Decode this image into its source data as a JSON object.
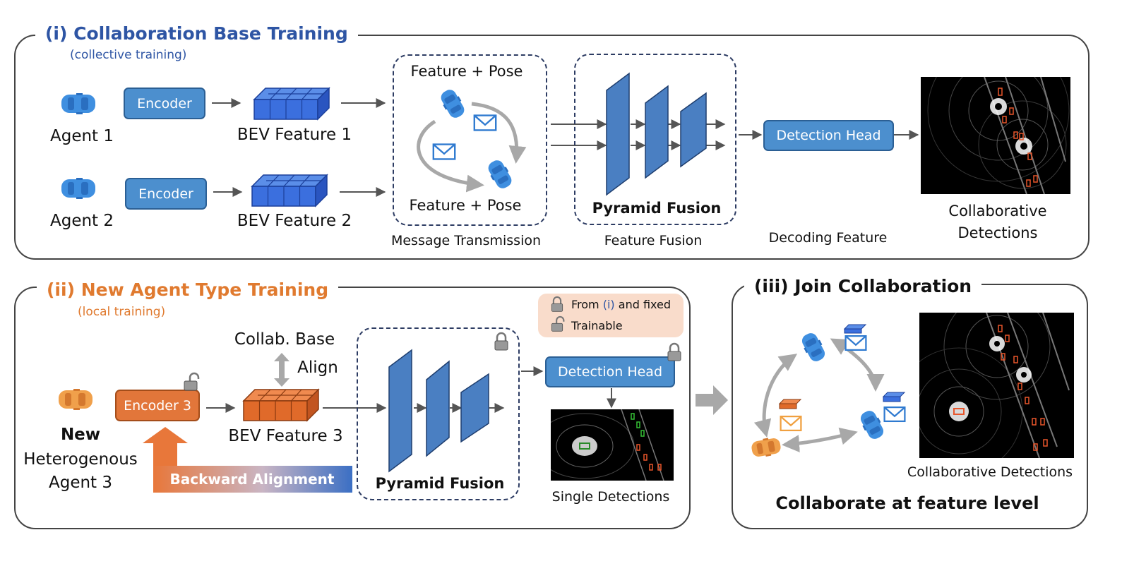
{
  "panel1": {
    "title": "(i) Collaboration Base Training",
    "subtitle": "(collective training)",
    "agent1_label": "Agent 1",
    "agent2_label": "Agent 2",
    "encoder1": "Encoder",
    "encoder2": "Encoder",
    "bev1": "BEV Feature 1",
    "bev2": "BEV Feature 2",
    "feature_pose_top": "Feature + Pose",
    "feature_pose_bottom": "Feature + Pose",
    "message_transmission": "Message Transmission",
    "pyramid_fusion": "Pyramid Fusion",
    "feature_fusion": "Feature Fusion",
    "detection_head": "Detection Head",
    "decoding_feature": "Decoding Feature",
    "collab_detections_line1": "Collaborative",
    "collab_detections_line2": "Detections"
  },
  "panel2": {
    "title": "(ii) New Agent Type Training",
    "subtitle": "(local training)",
    "new_label": "New",
    "hetero_label": "Heterogenous",
    "agent3_label": "Agent 3",
    "encoder3": "Encoder 3",
    "bev3": "BEV Feature 3",
    "collab_base": "Collab. Base",
    "align": "Align",
    "pyramid_fusion": "Pyramid Fusion",
    "detection_head": "Detection Head",
    "single_detections": "Single Detections",
    "backward_alignment": "Backward Alignment",
    "legend_from_prefix": "From ",
    "legend_from_ref": "(i)",
    "legend_from_suffix": " and fixed",
    "legend_trainable": "Trainable"
  },
  "panel3": {
    "title": "(iii) Join Collaboration",
    "collab_detections": "Collaborative Detections",
    "bottom_caption": "Collaborate at feature level"
  },
  "colors": {
    "blue_title": "#2e55a4",
    "orange_title": "#e07a2f",
    "blue_box": "#4c8fce",
    "orange_box": "#e2763a",
    "legend_bg": "#f9dccb"
  }
}
